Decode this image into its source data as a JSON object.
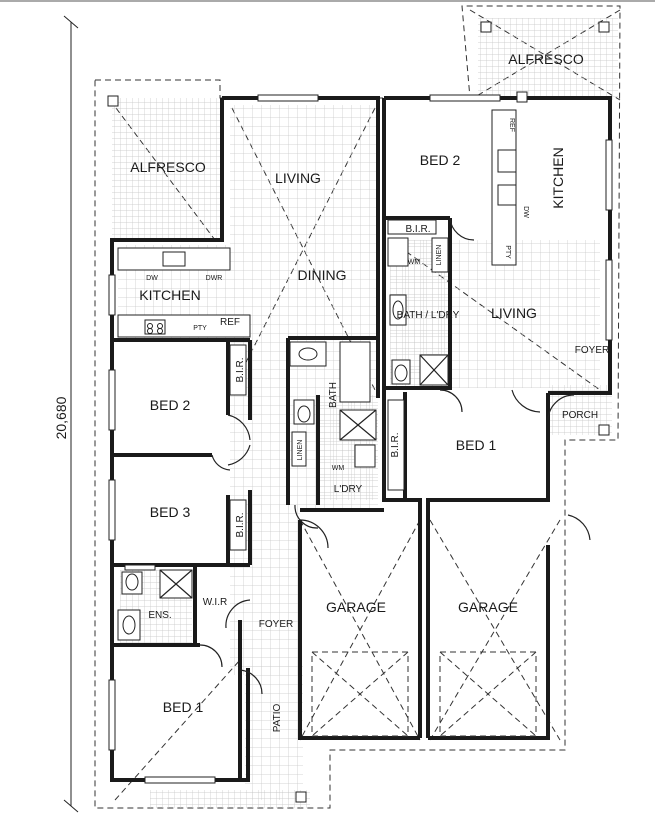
{
  "dimension": "20,680",
  "left_unit": {
    "alfresco": "ALFRESCO",
    "kitchen": "KITCHEN",
    "dw": "DW",
    "dwr": "DWR",
    "pty": "PTY",
    "ref": "REF",
    "living": "LIVING",
    "dining": "DINING",
    "bed2": "BED 2",
    "bir_bed2": "B.I.R.",
    "bed3": "BED 3",
    "bir_bed3": "B.I.R.",
    "bath": "BATH",
    "linen": "LINEN",
    "wm": "WM",
    "ldry": "L'DRY",
    "ens": "ENS.",
    "wir": "W.I.R",
    "foyer": "FOYER",
    "garage": "GARAGE",
    "bed1": "BED 1",
    "patio": "PATIO"
  },
  "right_unit": {
    "alfresco": "ALFRESCO",
    "bed2": "BED 2",
    "bir": "B.I.R.",
    "linen": "LINEN",
    "wm": "WM",
    "bath_ldry": "BATH / L'DRY",
    "kitchen": "KITCHEN",
    "ref": "REF",
    "dw": "DW",
    "pty": "PTY",
    "living": "LIVING",
    "foyer": "FOYER",
    "porch": "PORCH",
    "bed1": "BED 1",
    "bir_bed1": "B.I.R.",
    "garage": "GARAGE"
  }
}
